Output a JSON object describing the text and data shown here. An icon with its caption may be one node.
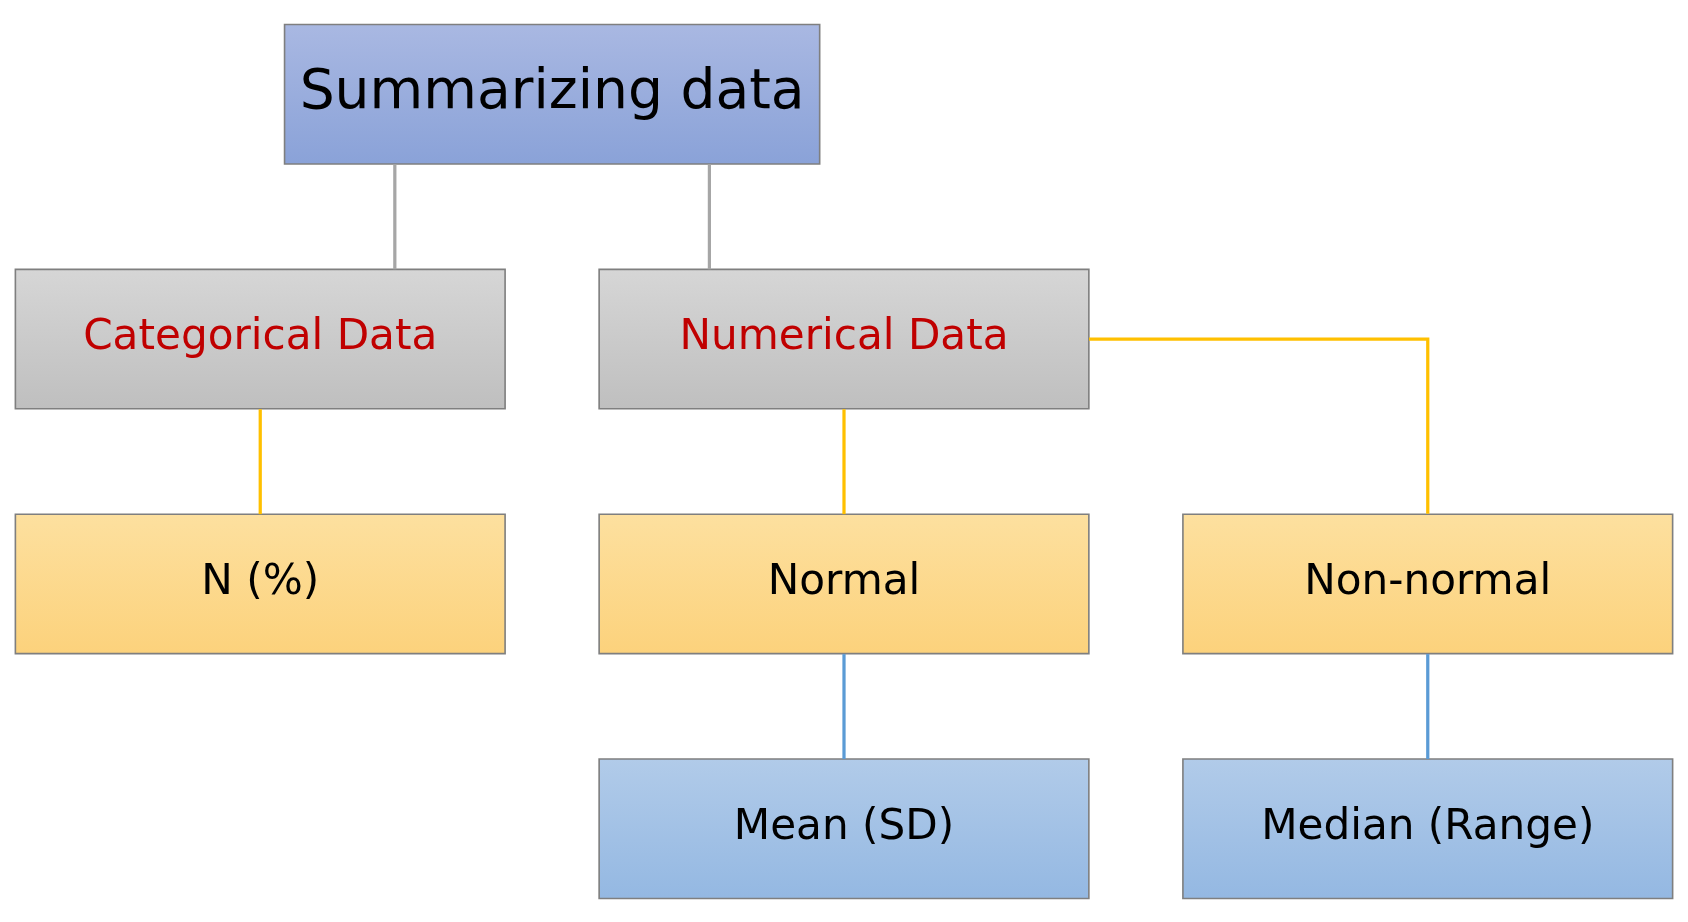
{
  "diagram": {
    "nodes": [
      {
        "text": [
          "Summarizing data"
        ]
      },
      {
        "text": [
          "Categorical Data"
        ]
      },
      {
        "text": [
          "Numerical Data"
        ]
      },
      {
        "text": [
          "N (%)"
        ]
      },
      {
        "text": [
          "Normal"
        ]
      },
      {
        "text": [
          "Non-normal"
        ]
      },
      {
        "text": [
          "Mean (SD)"
        ]
      },
      {
        "text": [
          "Median (Range)"
        ]
      }
    ],
    "edges": [
      {
        "from": 0,
        "to": 1,
        "arrow": "none",
        "color": "#a6a6a6"
      },
      {
        "from": 0,
        "to": 2,
        "arrow": "none",
        "color": "#a6a6a6"
      },
      {
        "from": 1,
        "to": 3,
        "arrow": "none"
      },
      {
        "from": 2,
        "to": 4,
        "arrow": "none"
      },
      {
        "from": 2,
        "to": 5,
        "arrow": "none"
      },
      {
        "from": 4,
        "to": 6,
        "arrow": "none",
        "color": "#5b9bd5"
      },
      {
        "from": 5,
        "to": 7,
        "arrow": "none",
        "color": "#5b9bd5"
      }
    ]
  }
}
